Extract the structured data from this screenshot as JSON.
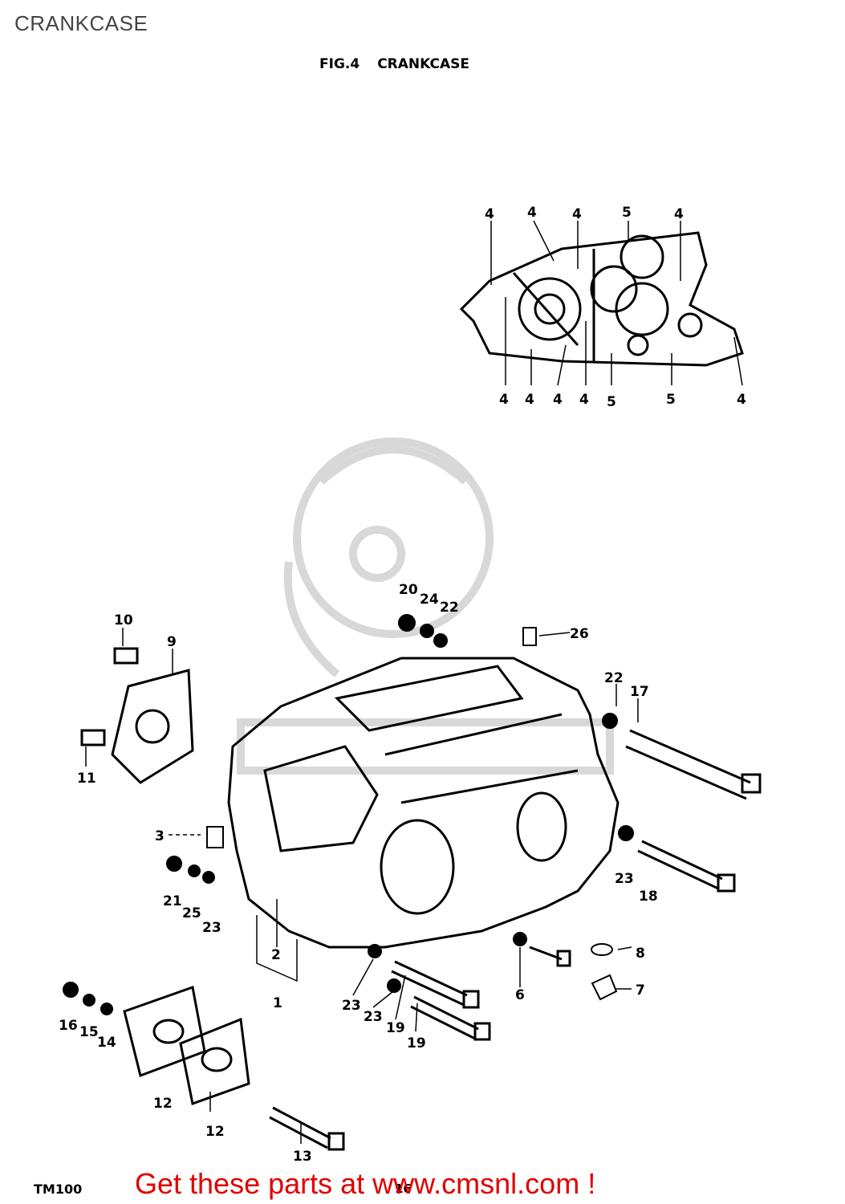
{
  "page_title": "CRANKCASE",
  "figure": {
    "number": "FIG.4",
    "title": "CRANKCASE"
  },
  "model_code": "TM100",
  "page_number": "16",
  "promo_text": "Get these parts at www.cmsnl.com !",
  "colors": {
    "line": "#000000",
    "watermark": "#d8d8d8",
    "promo": "#e00000"
  },
  "callouts": {
    "top_view": [
      "4",
      "4",
      "4",
      "5",
      "4",
      "4",
      "4",
      "4",
      "4",
      "5",
      "5",
      "4"
    ],
    "main": [
      "20",
      "24",
      "22",
      "26",
      "10",
      "9",
      "22",
      "17",
      "11",
      "3",
      "21",
      "25",
      "23",
      "23",
      "18",
      "2",
      "1",
      "8",
      "6",
      "7",
      "16",
      "15",
      "14",
      "23",
      "23",
      "19",
      "19",
      "12",
      "12",
      "13"
    ]
  }
}
